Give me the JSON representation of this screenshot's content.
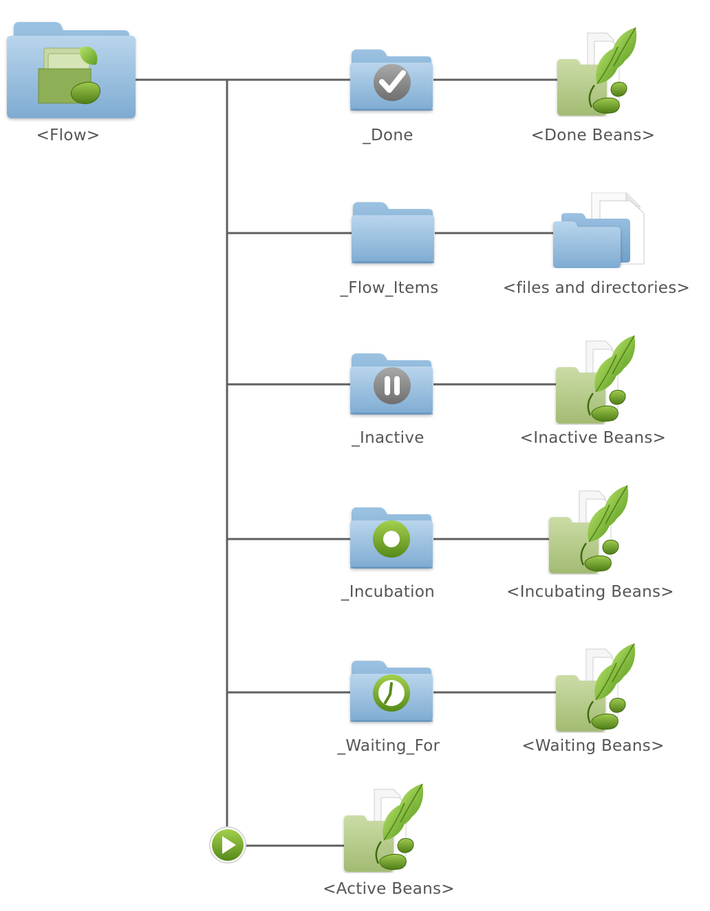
{
  "root": {
    "label": "<Flow>",
    "icon": "bean-folder-icon"
  },
  "branches": [
    {
      "folder_label": "_Done",
      "folder_icon": "checkmark-folder-icon",
      "target_label": "<Done Beans>",
      "target_icon": "bean-stack-icon"
    },
    {
      "folder_label": "_Flow_Items",
      "folder_icon": "plain-folder-icon",
      "target_label": "<files and directories>",
      "target_icon": "files-and-folders-icon"
    },
    {
      "folder_label": "_Inactive",
      "folder_icon": "pause-folder-icon",
      "target_label": "<Inactive Beans>",
      "target_icon": "bean-stack-icon"
    },
    {
      "folder_label": "_Incubation",
      "folder_icon": "incubation-folder-icon",
      "target_label": "<Incubating Beans>",
      "target_icon": "bean-stack-icon"
    },
    {
      "folder_label": "_Waiting_For",
      "folder_icon": "clock-folder-icon",
      "target_label": "<Waiting Beans>",
      "target_icon": "bean-stack-icon"
    }
  ],
  "active": {
    "label": "<Active Beans>",
    "start_icon": "play-icon",
    "icon": "bean-stack-icon"
  },
  "colors": {
    "line": "#5f5f5f",
    "folder": "#8db6d9",
    "folder_dark": "#6d9cc6",
    "bean": "#6b9a2a",
    "leaf": "#8cc63f",
    "text": "#555555"
  }
}
